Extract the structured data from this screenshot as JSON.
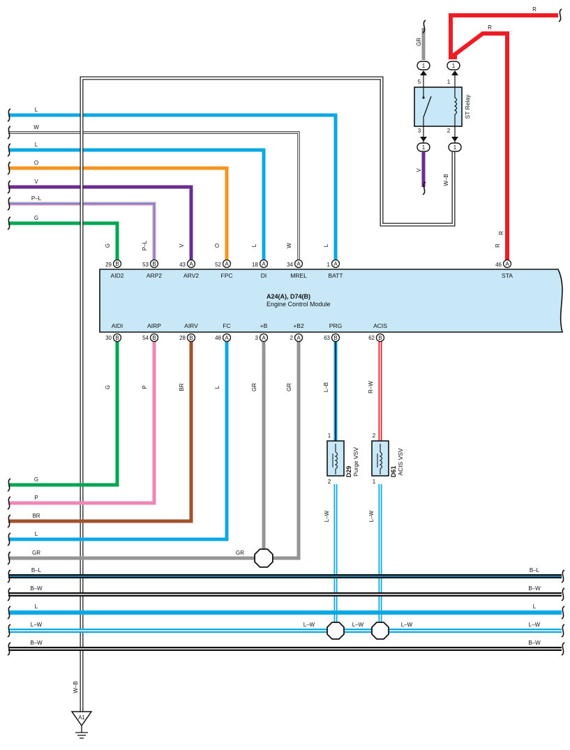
{
  "colors": {
    "L": "#0aa8e4",
    "W": "#ffffff",
    "O": "#f7941d",
    "V": "#6a2e91",
    "P": "#ef86b5",
    "G": "#00a651",
    "BR": "#a0522d",
    "GR": "#959595",
    "R": "#ee1c25",
    "B": "#111111",
    "module_fill": "#c8e7f7",
    "outline": "#111111"
  },
  "ecm": {
    "code": "A24(A), D74(B)",
    "name": "Engine Control Module"
  },
  "top_pins": [
    {
      "num": "29",
      "conn": "B",
      "name": "AID2",
      "wire": "G"
    },
    {
      "num": "53",
      "conn": "B",
      "name": "ARP2",
      "wire": "P–L"
    },
    {
      "num": "43",
      "conn": "A",
      "name": "ARV2",
      "wire": "V"
    },
    {
      "num": "52",
      "conn": "A",
      "name": "FPC",
      "wire": "O"
    },
    {
      "num": "18",
      "conn": "A",
      "name": "DI",
      "wire": "L"
    },
    {
      "num": "34",
      "conn": "A",
      "name": "MREL",
      "wire": "W"
    },
    {
      "num": "1",
      "conn": "A",
      "name": "BATT",
      "wire": "L"
    },
    {
      "num": "46",
      "conn": "A",
      "name": "STA",
      "wire": "R"
    }
  ],
  "bottom_pins": [
    {
      "num": "30",
      "conn": "B",
      "name": "AIDI",
      "wire": "G"
    },
    {
      "num": "54",
      "conn": "B",
      "name": "AIRP",
      "wire": "P"
    },
    {
      "num": "28",
      "conn": "B",
      "name": "AIRV",
      "wire": "BR"
    },
    {
      "num": "48",
      "conn": "A",
      "name": "FC",
      "wire": "L"
    },
    {
      "num": "3",
      "conn": "A",
      "name": "+B",
      "wire": "GR"
    },
    {
      "num": "2",
      "conn": "A",
      "name": "+B2",
      "wire": "GR"
    },
    {
      "num": "63",
      "conn": "B",
      "name": "PRG",
      "wire": "L–B"
    },
    {
      "num": "62",
      "conn": "B",
      "name": "ACIS",
      "wire": "R–W"
    }
  ],
  "left_top_wires": [
    "L",
    "W",
    "L",
    "O",
    "V",
    "P–L",
    "G"
  ],
  "left_bottom_wires": [
    "G",
    "P",
    "BR",
    "L",
    "GR"
  ],
  "buses": [
    {
      "left": "B–L",
      "right": "B–L"
    },
    {
      "left": "B–W",
      "right": "B–W"
    },
    {
      "left": "L",
      "right": "L"
    },
    {
      "left": "L–W",
      "right": "L–W"
    },
    {
      "left": "B–W",
      "right": "B–W"
    }
  ],
  "bus_mid_labels": [
    "L–W",
    "L–W",
    "L–W"
  ],
  "gr_junction_label": "GR",
  "relay": {
    "name": "ST Relay",
    "pins": [
      "5",
      "1",
      "3",
      "2"
    ],
    "connector_num": "1",
    "wire_in_left": "GR",
    "wire_out_left": "V",
    "wire_out_right": "W–B"
  },
  "r_wire_labels": [
    "R",
    "R",
    "R"
  ],
  "purge_vsv": {
    "code": "D29",
    "name": "Purge VSV",
    "pin_top": "1",
    "pin_bottom": "2",
    "wire_out": "L–W"
  },
  "acis_vsv": {
    "code": "D61",
    "name": "ACIS VSV",
    "pin_top": "2",
    "pin_bottom": "1",
    "wire_out": "L–W"
  },
  "ground": {
    "label": "A1",
    "wire": "W–B"
  }
}
